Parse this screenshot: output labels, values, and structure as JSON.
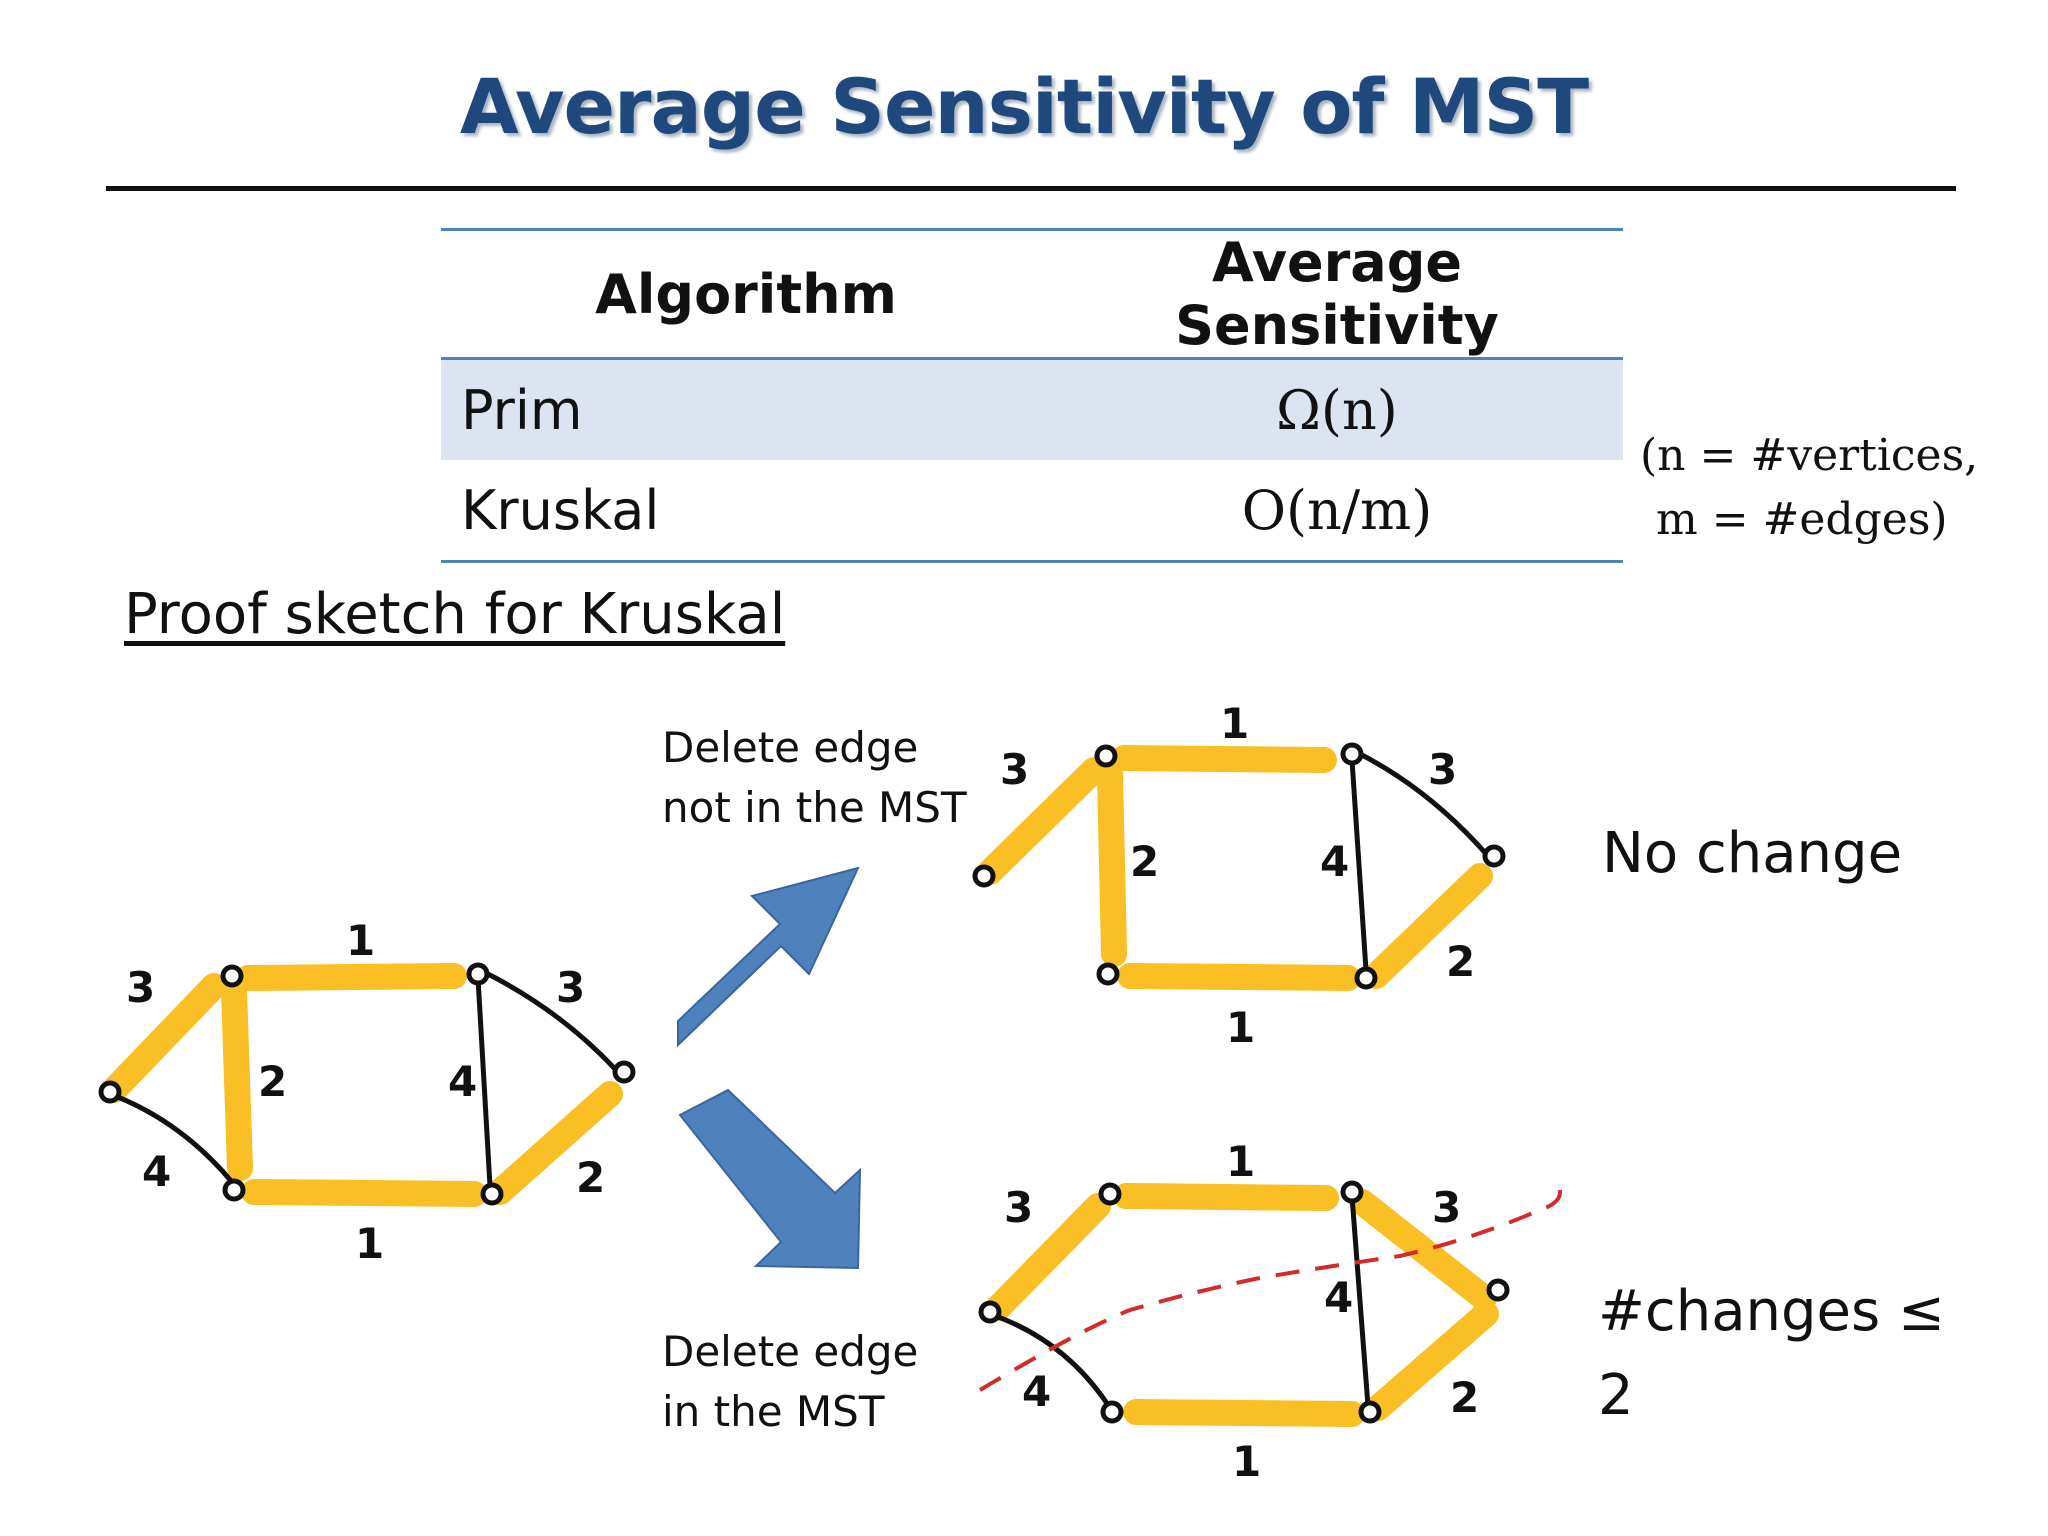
{
  "title": "Average Sensitivity of MST",
  "table": {
    "headers": [
      "Algorithm",
      "Average Sensitivity"
    ],
    "rows": [
      {
        "algorithm": "Prim",
        "sensitivity": "Ω(n)"
      },
      {
        "algorithm": "Kruskal",
        "sensitivity": "O(n/m)"
      }
    ]
  },
  "note": {
    "line1": "(n = #vertices,",
    "line2": "m = #edges)"
  },
  "proof_heading": "Proof sketch for Kruskal",
  "arrow_up_label": {
    "line1": "Delete edge",
    "line2": "not in the MST"
  },
  "arrow_down_label": {
    "line1": "Delete edge",
    "line2": "in the MST"
  },
  "result_no_change": "No change",
  "result_changes": {
    "line1": "#changes ≤",
    "line2": "2"
  },
  "edge_weights": {
    "left_top": "1",
    "left_bottom": "1",
    "left_side": "3",
    "left_vertical": "2",
    "left_lower_side": "4",
    "middle_vertical": "4",
    "right_upper": "3",
    "right_lower": "2"
  },
  "colors": {
    "title": "#1F497D",
    "table_rule": "#4F81BD",
    "row_fill": "#DCE4F1",
    "mst_edge": "#F9BF24",
    "arrow": "#4F81BD",
    "cut_line": "#D42A2A"
  }
}
